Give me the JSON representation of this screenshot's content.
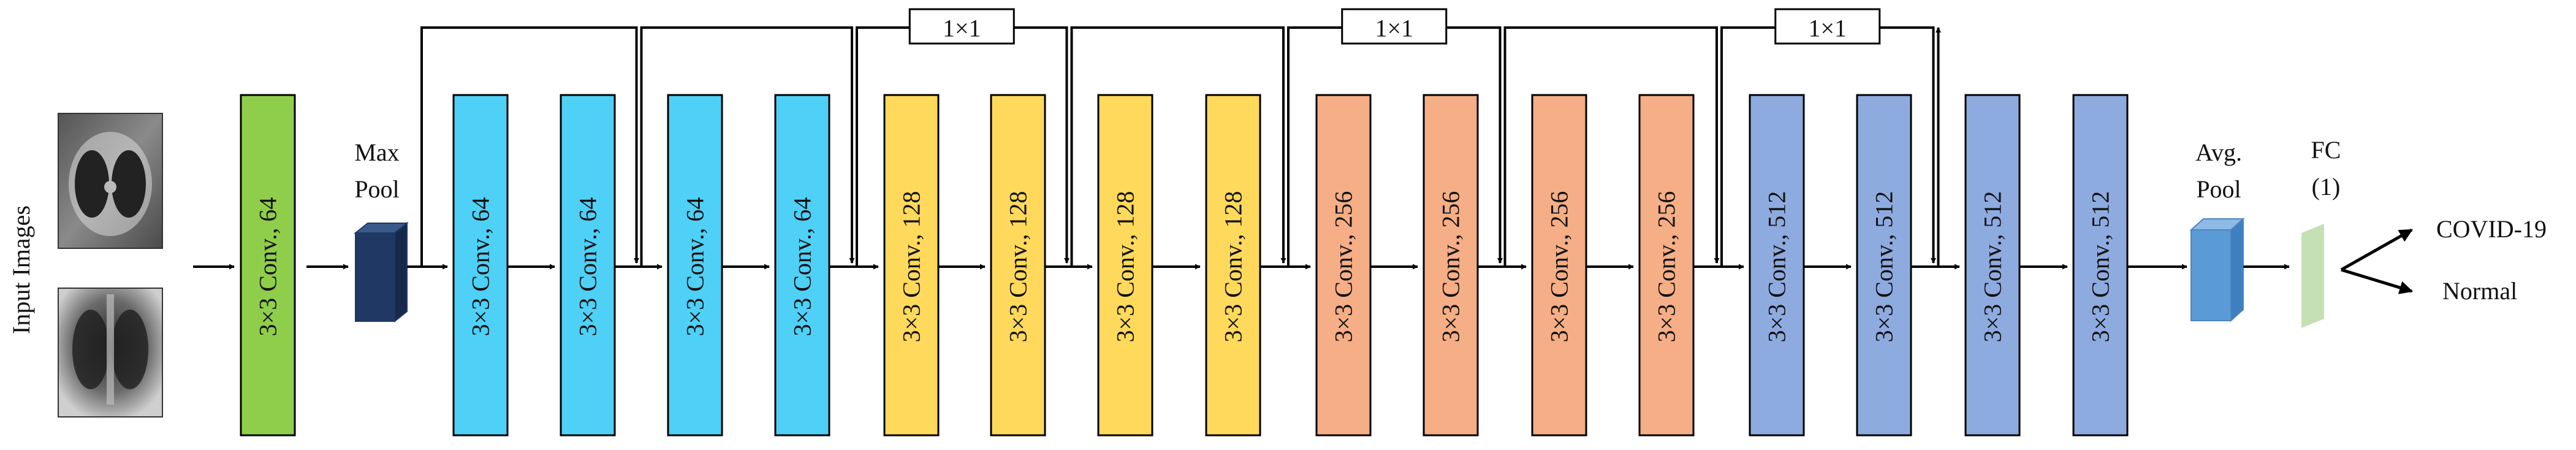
{
  "input_label": "Input Images",
  "maxpool_label": [
    "Max",
    "Pool"
  ],
  "avgpool_label": [
    "Avg.",
    "Pool"
  ],
  "fc_label": [
    "FC",
    "(1)"
  ],
  "outputs": [
    "COVID-19",
    "Normal"
  ],
  "first_conv": {
    "label": "3×3 Conv., 64",
    "color": "#8fce4a"
  },
  "blocks": [
    {
      "color": "#4fd0f6",
      "labels": [
        "3×3 Conv., 64",
        "3×3 Conv., 64",
        "3×3 Conv., 64",
        "3×3 Conv., 64"
      ]
    },
    {
      "color": "#ffd95c",
      "labels": [
        "3×3 Conv., 128",
        "3×3 Conv., 128",
        "3×3 Conv., 128",
        "3×3 Conv., 128"
      ]
    },
    {
      "color": "#f5ae85",
      "labels": [
        "3×3 Conv., 256",
        "3×3 Conv., 256",
        "3×3 Conv., 256",
        "3×3 Conv., 256"
      ]
    },
    {
      "color": "#8eabe0",
      "labels": [
        "3×3 Conv., 512",
        "3×3 Conv., 512",
        "3×3 Conv., 512",
        "3×3 Conv., 512"
      ]
    }
  ],
  "projection_label": "1×1",
  "colors": {
    "maxpool": "#1f3864",
    "avgpool": "#5b9bd5",
    "fc": "#c5e0b4",
    "ct_scan": "#6e6e6e",
    "xray": "#5a5a5a",
    "line": "#000000"
  }
}
